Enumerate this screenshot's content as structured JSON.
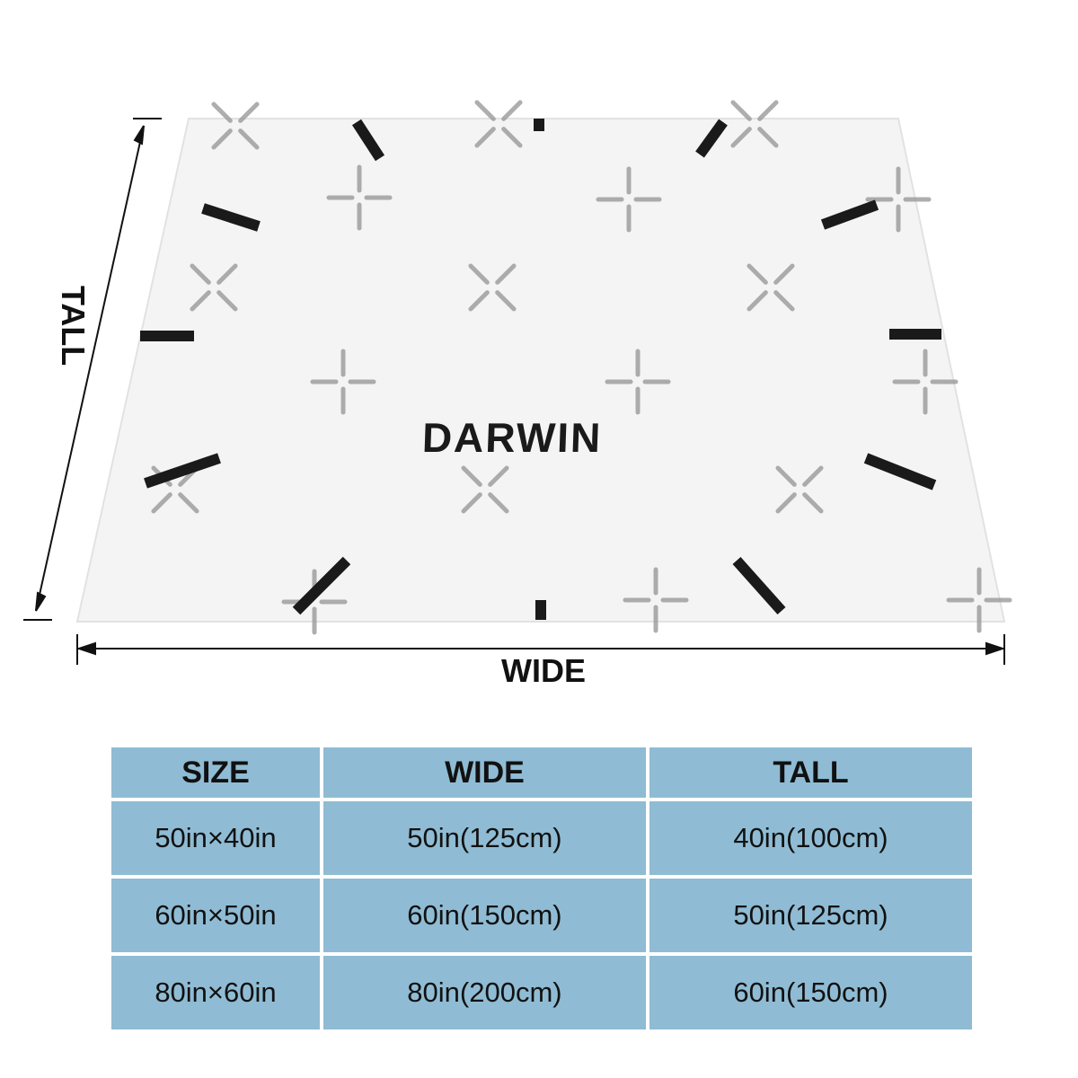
{
  "blanket": {
    "brand_text": "DARWIN"
  },
  "dimensions": {
    "wide_label": "WIDE",
    "tall_label": "TALL"
  },
  "table": {
    "headers": [
      "SIZE",
      "WIDE",
      "TALL"
    ],
    "rows": [
      [
        "50in×40in",
        "50in(125cm)",
        "40in(100cm)"
      ],
      [
        "60in×50in",
        "60in(150cm)",
        "50in(125cm)"
      ],
      [
        "80in×60in",
        "80in(200cm)",
        "60in(150cm)"
      ]
    ]
  },
  "colors": {
    "table_fill": "#8fbcd4",
    "tick_marks": "#1a1a1a",
    "cross_pattern": "#9a9a9a",
    "blanket_fill": "#f4f4f4"
  }
}
